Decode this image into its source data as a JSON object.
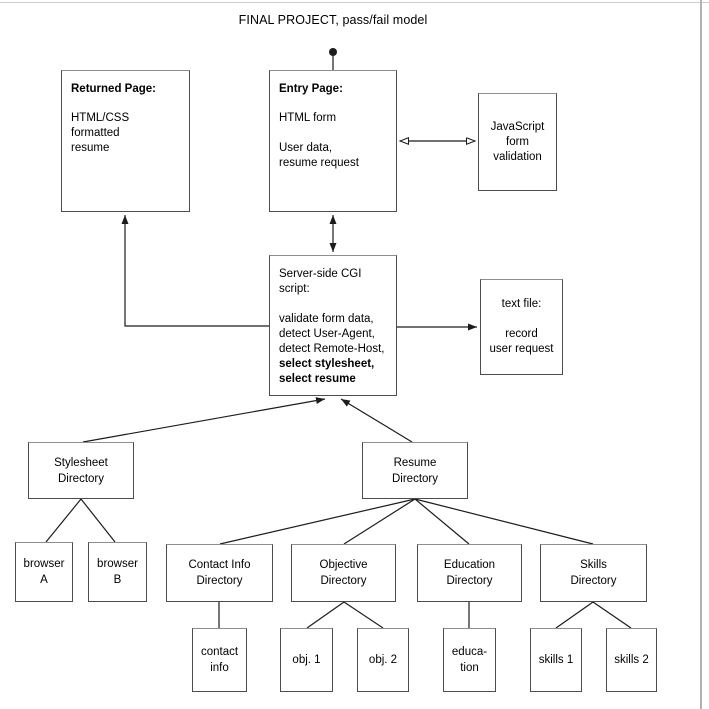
{
  "page": {
    "title": "FINAL PROJECT, pass/fail model"
  },
  "colors": {
    "background": "#ffffff",
    "box_border": "#4c4c4c",
    "connector_line": "#1c1c1c",
    "text": "#000000",
    "frame_border": "#b2b2b2"
  },
  "nodes": {
    "returned_page": {
      "title": "Returned Page:",
      "body": "HTML/CSS formatted\nresume"
    },
    "entry_page": {
      "title": "Entry Page:",
      "body": "HTML form\n\nUser data,\nresume request"
    },
    "js_validation": {
      "label": "JavaScript\nform\nvalidation"
    },
    "cgi_script": {
      "body": "Server-side CGI\nscript:\n\nvalidate form data,\ndetect User-Agent,\ndetect Remote-Host,",
      "bold_line_1": "select stylesheet,",
      "bold_line_2": "select resume"
    },
    "text_file": {
      "label": "text file:\n\nrecord\nuser request"
    },
    "stylesheet_dir": {
      "label": "Stylesheet\nDirectory"
    },
    "resume_dir": {
      "label": "Resume\nDirectory"
    },
    "browser_a": {
      "label": "browser\nA"
    },
    "browser_b": {
      "label": "browser\nB"
    },
    "contact_dir": {
      "label": "Contact Info\nDirectory"
    },
    "objective_dir": {
      "label": "Objective\nDirectory"
    },
    "education_dir": {
      "label": "Education\nDirectory"
    },
    "skills_dir": {
      "label": "Skills\nDirectory"
    },
    "contact_info": {
      "label": "contact\ninfo"
    },
    "obj_1": {
      "label": "obj. 1"
    },
    "obj_2": {
      "label": "obj. 2"
    },
    "education": {
      "label": "educa-\ntion"
    },
    "skills_1": {
      "label": "skills 1"
    },
    "skills_2": {
      "label": "skills 2"
    }
  }
}
